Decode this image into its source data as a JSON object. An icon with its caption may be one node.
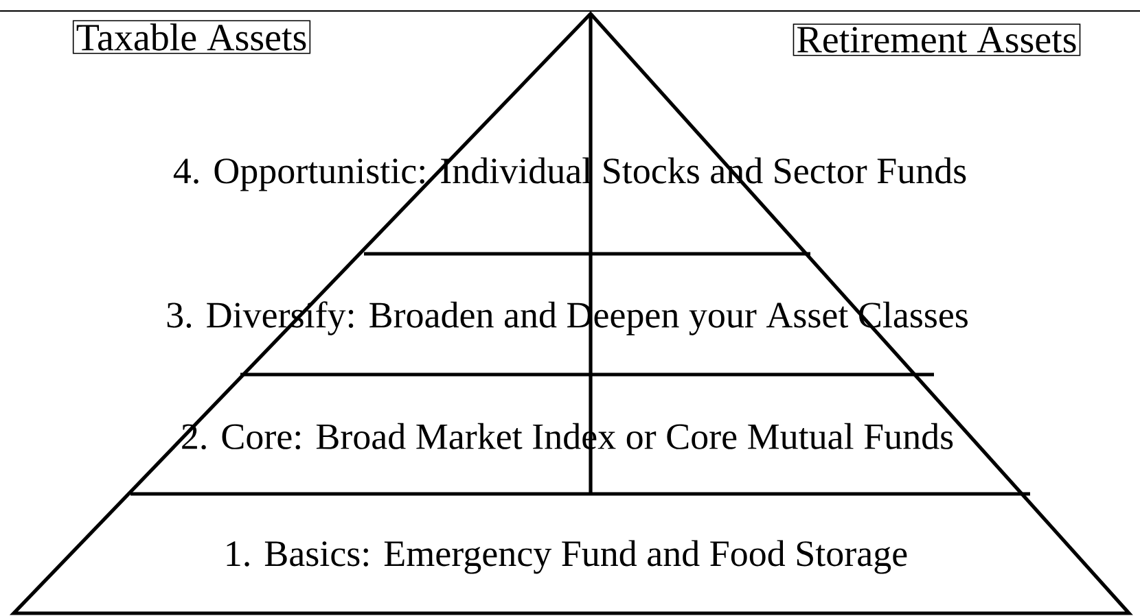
{
  "diagram": {
    "nodes": [
      {
        "text": [
          "Taxable Assets"
        ]
      },
      {
        "text": [
          "Retirement Assets"
        ]
      },
      {
        "text": [
          "4. Opportunistic:  Individual Stocks and Sector Funds"
        ]
      },
      {
        "text": [
          "3. Diversify: Broaden and Deepen your Asset Classes"
        ]
      },
      {
        "text": [
          "2. Core: Broad Market Index or Core Mutual Funds"
        ]
      },
      {
        "text": [
          "1. Basics: Emergency Fund and Food Storage"
        ]
      }
    ]
  }
}
